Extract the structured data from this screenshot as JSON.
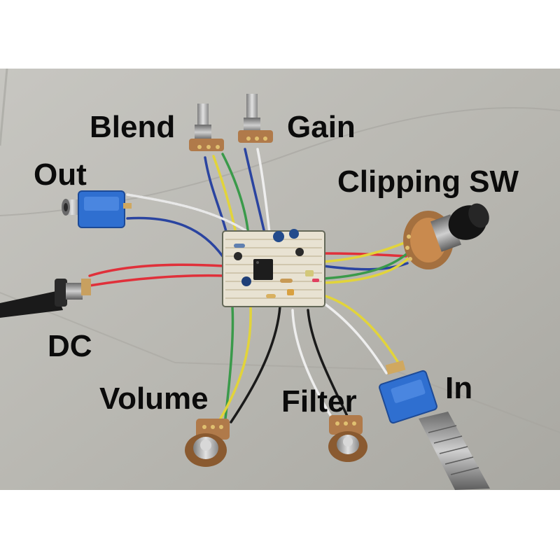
{
  "labels": {
    "blend": "Blend",
    "gain": "Gain",
    "out": "Out",
    "clipping_sw": "Clipping SW",
    "dc": "DC",
    "volume": "Volume",
    "filter": "Filter",
    "in": "In"
  },
  "colors": {
    "background": "#ffffff",
    "concrete": "#b9b8b2",
    "label_text": "#0b0b0b",
    "wire_red": "#e0303a",
    "wire_yellow": "#e2d43a",
    "wire_green": "#3a9a4a",
    "wire_blue": "#2a44a0",
    "wire_black": "#1a1a1a",
    "wire_white": "#eeeeee",
    "jack_blue": "#2f6fd0",
    "pot_wafer": "#b07a4a",
    "stripboard": "#e8e2d2"
  }
}
